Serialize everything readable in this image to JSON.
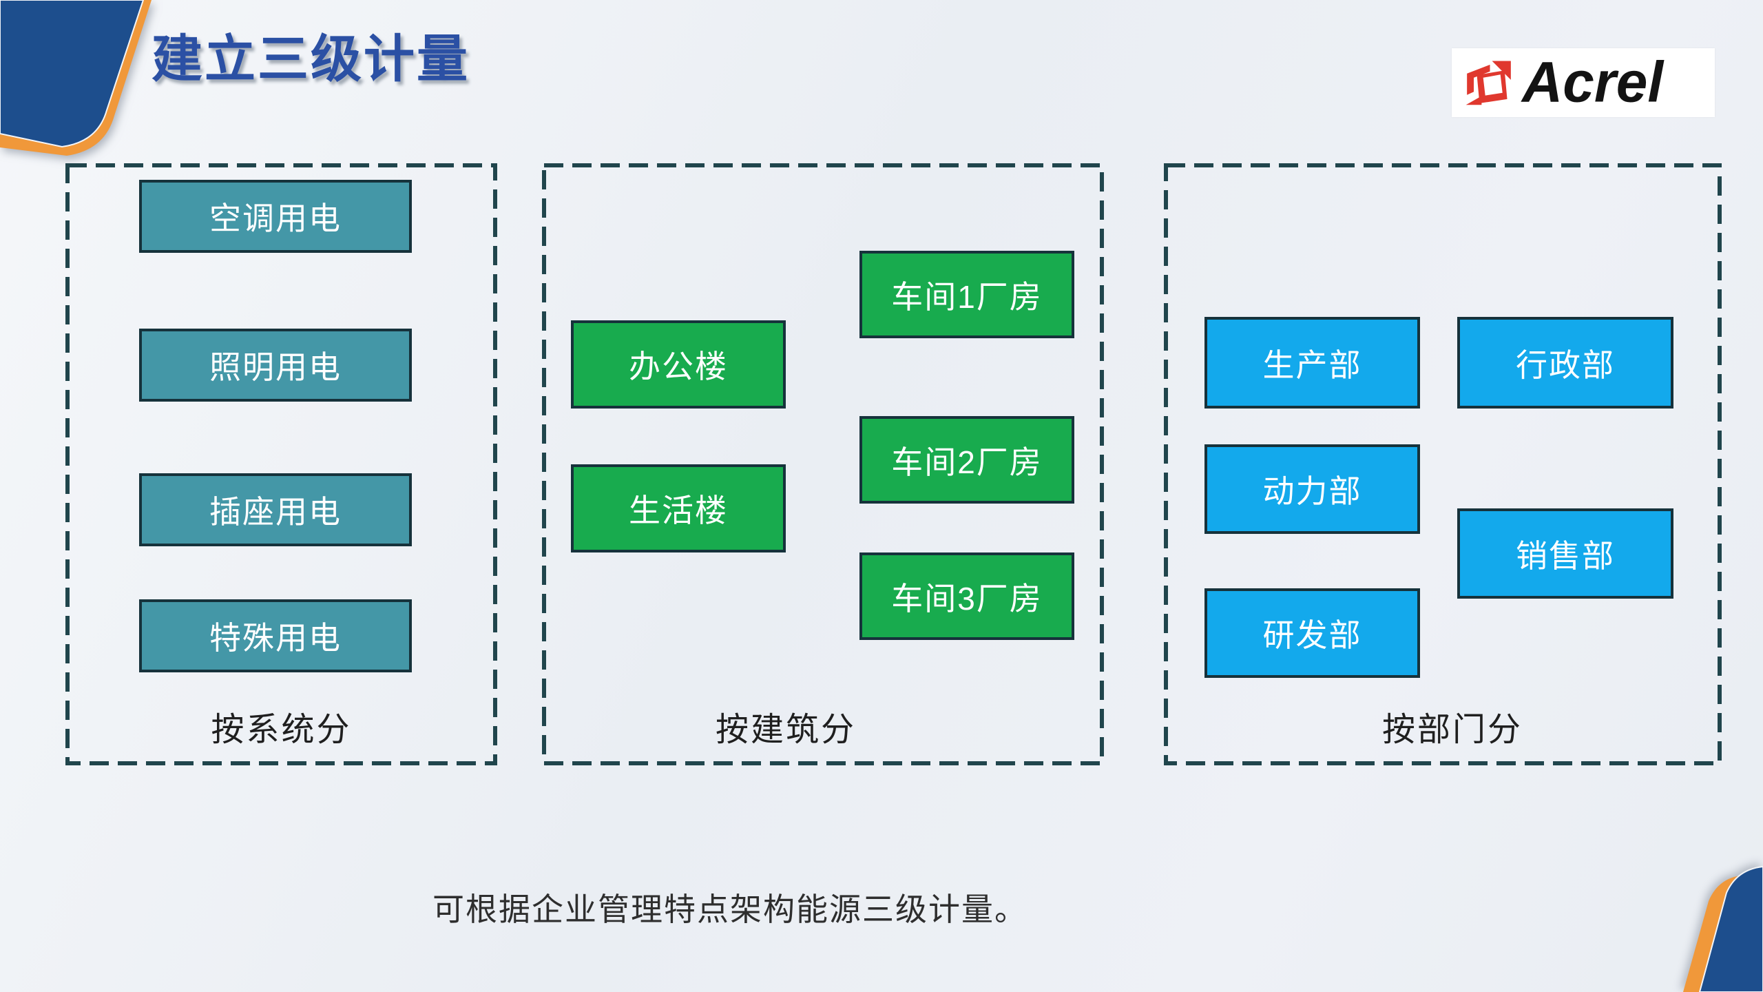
{
  "slide": {
    "title": "建立三级计量",
    "caption": "可根据企业管理特点架构能源三级计量。"
  },
  "logo": {
    "name": "Acrel",
    "mark_icon": "acrel-mark-icon",
    "background": "#FFFFFF",
    "mark_color": "#E0382E",
    "text_color": "#131313"
  },
  "groups": [
    {
      "id": "by-system",
      "label": "按系统分",
      "box_fill": "#4497A7",
      "boxes": [
        {
          "label": "空调用电"
        },
        {
          "label": "照明用电"
        },
        {
          "label": "插座用电"
        },
        {
          "label": "特殊用电"
        }
      ]
    },
    {
      "id": "by-building",
      "label": "按建筑分",
      "box_fill": "#18AB4E",
      "boxes": [
        {
          "label": "办公楼"
        },
        {
          "label": "生活楼"
        },
        {
          "label": "车间1厂房"
        },
        {
          "label": "车间2厂房"
        },
        {
          "label": "车间3厂房"
        }
      ]
    },
    {
      "id": "by-department",
      "label": "按部门分",
      "box_fill": "#13A9EC",
      "boxes": [
        {
          "label": "生产部"
        },
        {
          "label": "行政部"
        },
        {
          "label": "动力部"
        },
        {
          "label": "销售部"
        },
        {
          "label": "研发部"
        }
      ]
    }
  ],
  "colors": {
    "title_blue": "#2B50A4",
    "corner_blue": "#1D4E8D",
    "corner_orange": "#F0983A",
    "dashed_border": "#20454C",
    "box_border": "#16323B",
    "caption_text": "#2E2E2E",
    "background": "#EDF1F6"
  }
}
